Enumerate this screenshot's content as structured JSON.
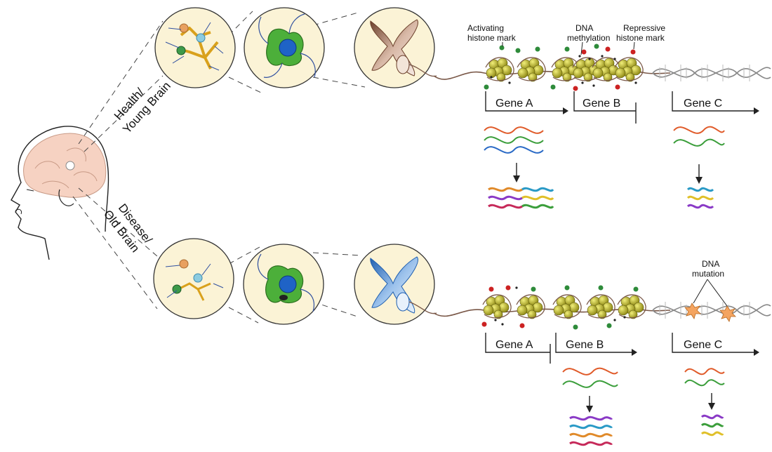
{
  "labels": {
    "health_line1": "Health/",
    "health_line2": "Young Brain",
    "disease_line1": "Disease/",
    "disease_line2": "Old Brain",
    "activating_line1": "Activating",
    "activating_line2": "histone mark",
    "dna_meth_line1": "DNA",
    "dna_meth_line2": "methylation",
    "repressive_line1": "Repressive",
    "repressive_line2": "histone mark",
    "mutation_line1": "DNA",
    "mutation_line2": "mutation"
  },
  "genes": {
    "top": [
      "Gene A",
      "Gene B",
      "Gene C"
    ],
    "bottom": [
      "Gene A",
      "Gene B",
      "Gene C"
    ]
  },
  "colors": {
    "circle_fill": "#fbf3d6",
    "nucleosome": "#b8b21a",
    "activating_mark": "#2e8b3a",
    "repressive_mark": "#cc2222",
    "healthy_chromosome": "#8a5a44",
    "diseased_chromosome": "#3a78c2",
    "cell_green": "#4caf3a",
    "nucleus_blue": "#1f63c6",
    "mutation_star": "#f4a460"
  }
}
